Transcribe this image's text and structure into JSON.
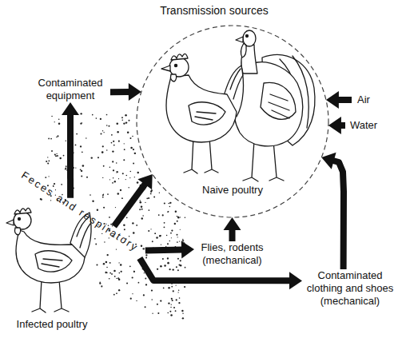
{
  "diagram": {
    "title": "Transmission sources",
    "nodes": [
      {
        "text": [
          "Naive poultry"
        ]
      },
      {
        "text": [
          "Contaminated equipment"
        ]
      },
      {
        "text": [
          "Air"
        ]
      },
      {
        "text": [
          "Water"
        ]
      },
      {
        "text": [
          "Feces and respiratory"
        ]
      },
      {
        "text": [
          "Flies, rodents (mechanical)"
        ]
      },
      {
        "text": [
          "Contaminated clothing and shoes (mechanical)"
        ]
      }
    ],
    "edges": [
      {
        "from": 1,
        "to": 0,
        "arrow": "to"
      },
      {
        "from": 2,
        "to": 0,
        "arrow": "to"
      },
      {
        "from": 3,
        "to": 0,
        "arrow": "to"
      },
      {
        "from": 4,
        "to": 1,
        "arrow": "to"
      },
      {
        "from": 4,
        "to": 0,
        "arrow": "to"
      },
      {
        "from": 4,
        "to": 5,
        "arrow": "to"
      },
      {
        "from": 5,
        "to": 0,
        "arrow": "to"
      },
      {
        "from": 4,
        "to": 6,
        "arrow": "to"
      },
      {
        "from": 6,
        "to": 0,
        "arrow": "to"
      }
    ],
    "labels": [
      "Infected poultry"
    ]
  }
}
